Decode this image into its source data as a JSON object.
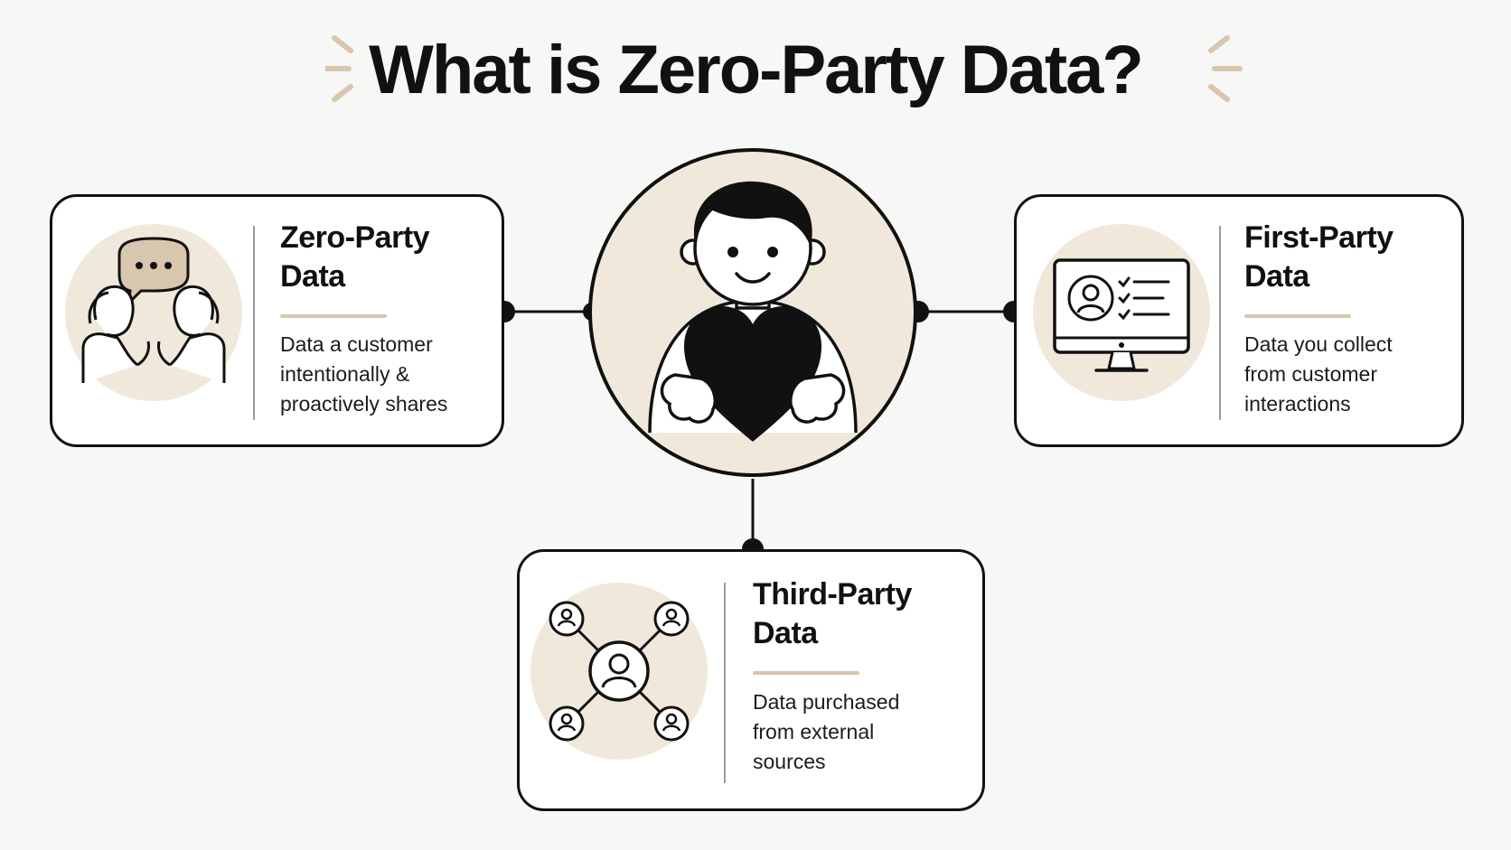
{
  "title": "What is Zero-Party Data?",
  "colors": {
    "accent": "#d8c6ae",
    "icon_bg": "#f1e8dc",
    "stroke": "#111111",
    "card_bg": "#ffffff",
    "page_bg": "#f7f7f5"
  },
  "center": {
    "icon": "person-holding-heart-icon"
  },
  "cards": {
    "zero_party": {
      "icon": "people-conversation-icon",
      "title_lines": [
        "Zero-Party",
        "Data"
      ],
      "desc_lines": [
        "Data a customer",
        "intentionally &",
        "proactively shares"
      ]
    },
    "first_party": {
      "icon": "monitor-profile-checklist-icon",
      "title_lines": [
        "First-Party",
        "Data"
      ],
      "desc_lines": [
        "Data you collect",
        "from customer",
        "interactions"
      ]
    },
    "third_party": {
      "icon": "user-network-icon",
      "title_lines": [
        "Third-Party",
        "Data"
      ],
      "desc_lines": [
        "Data purchased",
        "from external",
        "sources"
      ]
    }
  }
}
